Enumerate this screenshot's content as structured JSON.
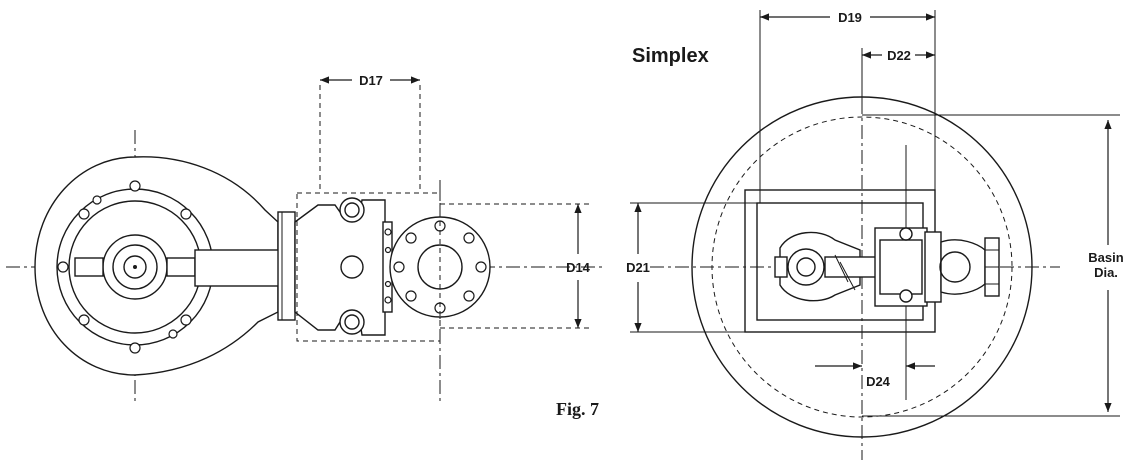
{
  "title": "Simplex",
  "figure_label": "Fig. 7",
  "dimensions": {
    "d14": "D14",
    "d17": "D17",
    "d19": "D19",
    "d21": "D21",
    "d22": "D22",
    "d24": "D24",
    "basin_line1": "Basin",
    "basin_line2": "Dia."
  }
}
